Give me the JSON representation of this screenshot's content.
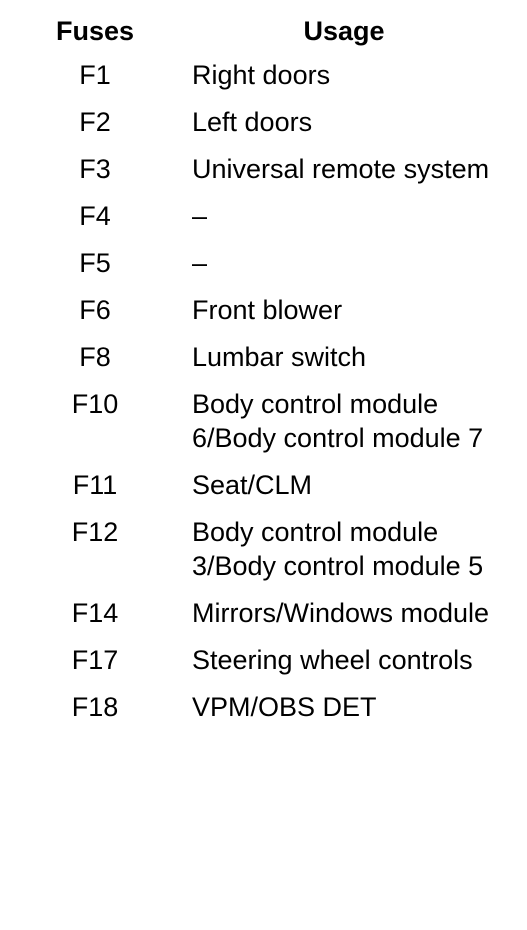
{
  "table": {
    "headers": {
      "fuses": "Fuses",
      "usage": "Usage"
    },
    "rows": [
      {
        "fuse": "F1",
        "usage": "Right doors"
      },
      {
        "fuse": "F2",
        "usage": "Left doors"
      },
      {
        "fuse": "F3",
        "usage": "Universal remote system"
      },
      {
        "fuse": "F4",
        "usage": "–"
      },
      {
        "fuse": "F5",
        "usage": "–"
      },
      {
        "fuse": "F6",
        "usage": "Front blower"
      },
      {
        "fuse": "F8",
        "usage": "Lumbar switch"
      },
      {
        "fuse": "F10",
        "usage": "Body control module 6/Body control module 7"
      },
      {
        "fuse": "F11",
        "usage": "Seat/CLM"
      },
      {
        "fuse": "F12",
        "usage": "Body control module 3/Body control module 5"
      },
      {
        "fuse": "F14",
        "usage": "Mirrors/Windows module"
      },
      {
        "fuse": "F17",
        "usage": "Steering wheel controls"
      },
      {
        "fuse": "F18",
        "usage": "VPM/OBS DET"
      }
    ]
  }
}
